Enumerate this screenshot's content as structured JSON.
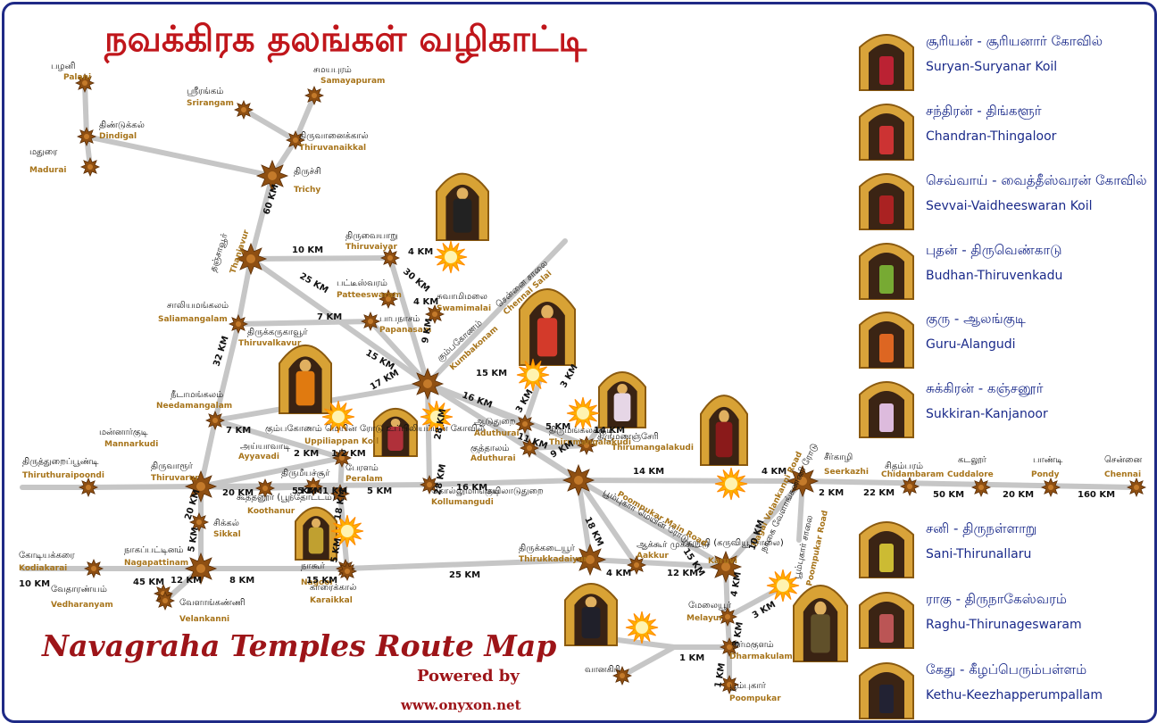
{
  "title_tamil": "நவக்கிரக தலங்கள் வழிகாட்டி",
  "title_english": "Navagraha Temples Route Map",
  "powered_by": "Powered by",
  "website": "www.onyxon.net",
  "colors": {
    "road": "#c6c6c6",
    "node": "#8e4f12",
    "sun": "#ffb000",
    "legend": "#1a2a8a",
    "title": "#c0161b",
    "label_en": "#a7741a",
    "frame": "#1f2a86"
  },
  "places": [
    {
      "ta": "பழனி",
      "en": "Palani"
    },
    {
      "ta": "திண்டுக்கல்",
      "en": "Dindigal"
    },
    {
      "ta": "மதுரை",
      "en": "Madurai"
    },
    {
      "ta": "ஸ்ரீரங்கம்",
      "en": "Srirangam"
    },
    {
      "ta": "சமயபுரம்",
      "en": "Samayapuram"
    },
    {
      "ta": "திருவானைக்கால்",
      "en": "Thiruvanaikkal"
    },
    {
      "ta": "திருச்சி",
      "en": "Trichy"
    },
    {
      "ta": "தஞ்சாவூர்",
      "en": "Thanjavur"
    },
    {
      "ta": "திருவையாறு",
      "en": "Thiruvaiyar"
    },
    {
      "ta": "பட்டீஸ்வரம்",
      "en": "Patteeswaram"
    },
    {
      "ta": "சுவாமிமலை",
      "en": "Swamimalai"
    },
    {
      "ta": "பாபநாசம்",
      "en": "Papanasam"
    },
    {
      "ta": "சாலியமங்கலம்",
      "en": "Saliamangalam"
    },
    {
      "ta": "திருக்கருகாவூர்",
      "en": "Thiruvalkavur"
    },
    {
      "ta": "கும்பகோணம்",
      "en": "Kumbakonam"
    },
    {
      "ta": "சென்னை சாலை",
      "en": "Chennai Salai"
    },
    {
      "ta": "நீடாமங்கலம்",
      "en": "Needamangalam"
    },
    {
      "ta": "மன்னார்குடி",
      "en": "Mannarkudi"
    },
    {
      "ta": "கும்பகோணம் மெயின் ரோடு உப்பிலியப்பன் கோவில்",
      "en": "Uppiliappan Koil"
    },
    {
      "ta": "அய்யாவாடி",
      "en": "Ayyavadi"
    },
    {
      "ta": "பேரளம்",
      "en": "Peralam"
    },
    {
      "ta": "திருவாரூர்",
      "en": "Thiruvarur"
    },
    {
      "ta": "திருமீயச்சூர்",
      "en": ""
    },
    {
      "ta": "கூத்தனூர் (பூந்தோட்டம்)",
      "en": "Koothanur"
    },
    {
      "ta": "சிக்கல்",
      "en": "Sikkal"
    },
    {
      "ta": "நாகூர்",
      "en": "Nagoor"
    },
    {
      "ta": "நாகப்பட்டினம்",
      "en": "Nagapattinam"
    },
    {
      "ta": "கோடியக்கரை",
      "en": "Kodiakarai"
    },
    {
      "ta": "வேதாரண்யம்",
      "en": "Vedharanyam"
    },
    {
      "ta": "வேளாங்கண்ணி",
      "en": "Velankanni"
    },
    {
      "ta": "காரைக்கால்",
      "en": "Karaikkal"
    },
    {
      "ta": "திருத்துறைப்பூண்டி",
      "en": "Thiruthuraipoondi"
    },
    {
      "ta": "கொல்லுமாங்குடி",
      "en": "Kollumangudi"
    },
    {
      "ta": "மயிலாடுதுறை",
      "en": "Mayiladuthurai"
    },
    {
      "ta": "ஆடுதுறை",
      "en": "Aduthurai"
    },
    {
      "ta": "குத்தாலம்",
      "en": "Aduthurai"
    },
    {
      "ta": "திருமங்கலக்குடி",
      "en": "Thirumangalakudi"
    },
    {
      "ta": "திருமணஞ்சேரி",
      "en": "Thirumangalakudi"
    },
    {
      "ta": "பூம்புகார் மெயின் ரோடு",
      "en": "Poompukar Main Road"
    },
    {
      "ta": "திருக்கடையூர்",
      "en": "Thirukkadaiyur"
    },
    {
      "ta": "ஆக்கூர் முக்கூட்டு",
      "en": "Aakkur"
    },
    {
      "ta": "கருவி (கருவியூர்சாலை)",
      "en": "Karuvi"
    },
    {
      "ta": "நாகை வேளாங்கண்ணி ரோடு",
      "en": "Nagai Velankanni Road"
    },
    {
      "ta": "பூம்புகார் சாலை",
      "en": "Poompukar Road"
    },
    {
      "ta": "மேலையூர்",
      "en": "Melayur"
    },
    {
      "ta": "தர்மகுளம்",
      "en": "Dharmakulam"
    },
    {
      "ta": "பூம்புகார்",
      "en": "Poompukar"
    },
    {
      "ta": "வானகிரி",
      "en": "Vanagiri"
    },
    {
      "ta": "சீர்காழி",
      "en": "Seerkazhi"
    },
    {
      "ta": "சிதம்பரம்",
      "en": "Chidambaram"
    },
    {
      "ta": "கடலூர்",
      "en": "Cuddalore"
    },
    {
      "ta": "பாண்டி",
      "en": "Pondy"
    },
    {
      "ta": "சென்னை",
      "en": "Chennai"
    }
  ],
  "distances": [
    "60 KM",
    "10 KM",
    "4 KM",
    "25 KM",
    "30 KM",
    "4 KM",
    "7 KM",
    "9 KM",
    "15 KM",
    "32 KM",
    "17 KM",
    "15 KM",
    "16 KM",
    "3 KM",
    "3 KM",
    "5 KM",
    "11 KM",
    "9 KM",
    "14 KM",
    "7 KM",
    "2 KM",
    "1/2 KM",
    "5 KM",
    "28 KM",
    "28 KM",
    "20 KM",
    "5 KM",
    "1 KM",
    "5 KM",
    "16 KM",
    "18 KM",
    "5 KM",
    "20 KM",
    "5 KM",
    "8 KM",
    "15 KM",
    "10 KM",
    "45 KM",
    "12 KM",
    "25 KM",
    "4 KM",
    "12 KM",
    "18 KM",
    "15 KM",
    "14 KM",
    "4 KM",
    "2 KM",
    "22 KM",
    "50 KM",
    "20 KM",
    "160 KM",
    "10 KM",
    "4 KM",
    "3 KM",
    "3 KM",
    "1 KM",
    "1 KM"
  ],
  "legend": [
    {
      "ta": "சூரியன் - சூரியனார் கோவில்",
      "en": "Suryan-Suryanar Koil",
      "icon": "suryan-idol-icon"
    },
    {
      "ta": "சந்திரன் - திங்களூர்",
      "en": "Chandran-Thingaloor",
      "icon": "chandran-idol-icon"
    },
    {
      "ta": "செவ்வாய் - வைத்தீஸ்வரன் கோவில்",
      "en": "Sevvai-Vaidheeswaran Koil",
      "icon": "sevvai-idol-icon"
    },
    {
      "ta": "புதன் - திருவெண்காடு",
      "en": "Budhan-Thiruvenkadu",
      "icon": "budhan-idol-icon"
    },
    {
      "ta": "குரு - ஆலங்குடி",
      "en": "Guru-Alangudi",
      "icon": "guru-idol-icon"
    },
    {
      "ta": "சுக்கிரன் - கஞ்சனூர்",
      "en": "Sukkiran-Kanjanoor",
      "icon": "sukkiran-idol-icon"
    },
    {
      "ta": "சனி - திருநள்ளாறு",
      "en": "Sani-Thirunallaru",
      "icon": "sani-idol-icon"
    },
    {
      "ta": "ராகு - திருநாகேஸ்வரம்",
      "en": "Raghu-Thirunageswaram",
      "icon": "raghu-idol-icon"
    },
    {
      "ta": "கேது - கீழப்பெரும்பள்ளம்",
      "en": "Kethu-Keezhapperumpallam",
      "icon": "kethu-idol-icon"
    }
  ]
}
